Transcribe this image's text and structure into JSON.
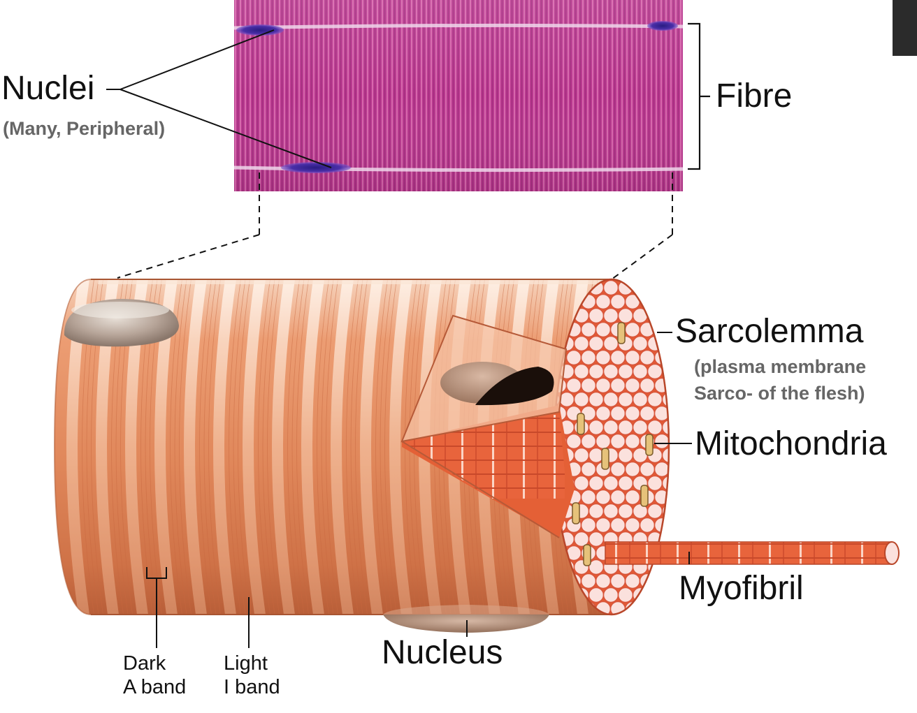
{
  "labels": {
    "nuclei": "Nuclei",
    "nuclei_note": "(Many, Peripheral)",
    "fibre": "Fibre",
    "sarcolemma": "Sarcolemma",
    "sarcolemma_note_1": "(plasma membrane",
    "sarcolemma_note_2": "Sarco- of the flesh)",
    "mitochondria": "Mitochondria",
    "myofibril": "Myofibril",
    "nucleus": "Nucleus",
    "dark_band_1": "Dark",
    "dark_band_2": "A band",
    "light_band_1": "Light",
    "light_band_2": "I band"
  },
  "colors": {
    "micrograph": "#b8378e",
    "fibre_body": "#e0875a",
    "fibre_light_band": "#f3c2a0",
    "myofibril": "#e8643c",
    "myofibril_end": "#fbe1dd",
    "nucleus_stain": "#4a2fa8"
  }
}
